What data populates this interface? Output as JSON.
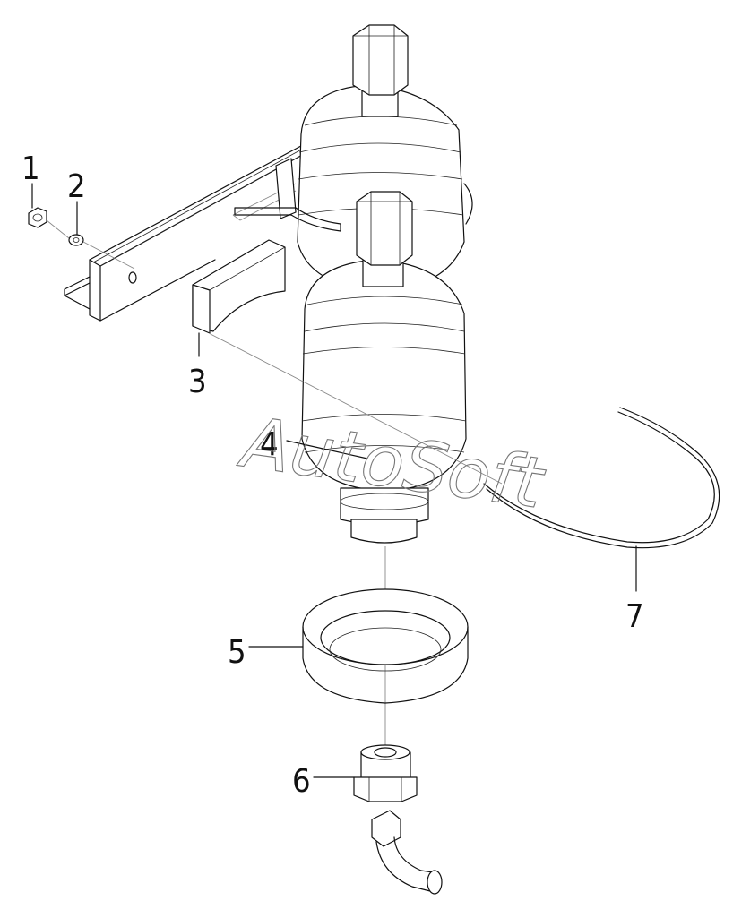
{
  "diagram": {
    "callouts": [
      {
        "id": "1",
        "label": "1"
      },
      {
        "id": "2",
        "label": "2"
      },
      {
        "id": "3",
        "label": "3"
      },
      {
        "id": "4",
        "label": "4"
      },
      {
        "id": "5",
        "label": "5"
      },
      {
        "id": "6",
        "label": "6"
      },
      {
        "id": "7",
        "label": "7"
      }
    ],
    "watermark": "AutoSoft"
  }
}
